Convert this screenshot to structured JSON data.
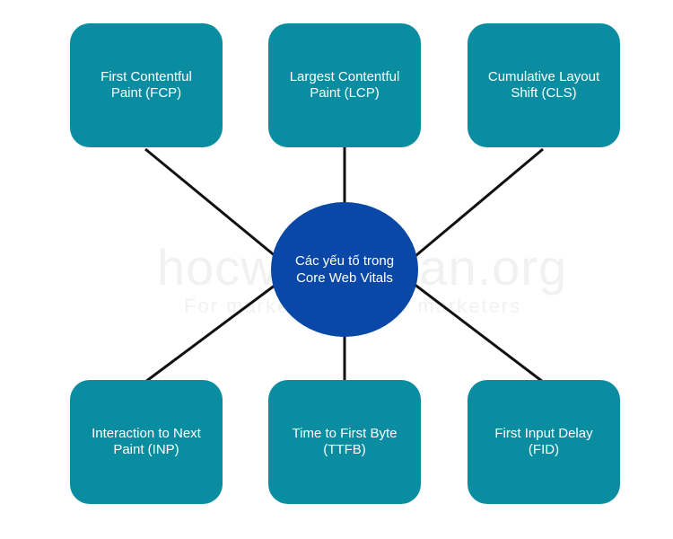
{
  "colors": {
    "node_fill": "#0a8da0",
    "hub_fill": "#0948a6",
    "connector": "#111111",
    "text": "#ffffff"
  },
  "hub": {
    "label": "Các yếu tố trong\nCore Web Vitals"
  },
  "nodes": [
    {
      "id": "fcp",
      "label": "First Contentful\nPaint (FCP)"
    },
    {
      "id": "lcp",
      "label": "Largest Contentful\nPaint (LCP)"
    },
    {
      "id": "cls",
      "label": "Cumulative Layout\nShift (CLS)"
    },
    {
      "id": "inp",
      "label": "Interaction to Next\nPaint (INP)"
    },
    {
      "id": "ttfb",
      "label": "Time to First Byte\n(TTFB)"
    },
    {
      "id": "fid",
      "label": "First Input Delay\n(FID)"
    }
  ],
  "watermark": {
    "main": "hocwebchuan.org",
    "sub": "For marketing and for marketers"
  }
}
